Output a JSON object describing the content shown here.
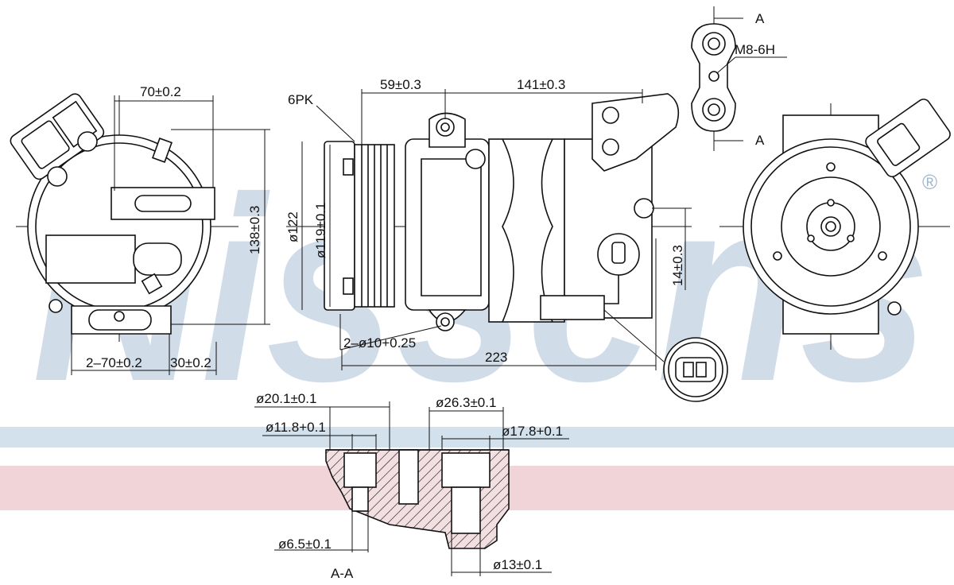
{
  "brand": {
    "watermark_text": "Nissens",
    "registered_mark": "®",
    "watermark_color": "#c9d7e6",
    "band_blue": "#d2e1ec",
    "band_pink": "#f0d4d8"
  },
  "section_marks": {
    "top": "A",
    "bottom": "A",
    "section_title": "A-A"
  },
  "thread": "M8-6H",
  "pulley": {
    "grooves": "6PK",
    "dia_outer": "ø122",
    "dia_inner": "ø119±0.1"
  },
  "dims": {
    "width_70": "70±0.2",
    "height_138": "138±0.3",
    "len_59": "59±0.3",
    "len_141": "141±0.3",
    "mount_holes": "2–70±0.2",
    "mount_30": "30±0.2",
    "holes_10": "2–ø10+0.25",
    "overall_223": "223",
    "offset_14": "14±0.3"
  },
  "section_dims": {
    "d20": "ø20.1±0.1",
    "d11": "ø11.8+0.1",
    "d26": "ø26.3±0.1",
    "d17": "ø17.8+0.1",
    "d6": "ø6.5±0.1",
    "d13": "ø13±0.1"
  }
}
